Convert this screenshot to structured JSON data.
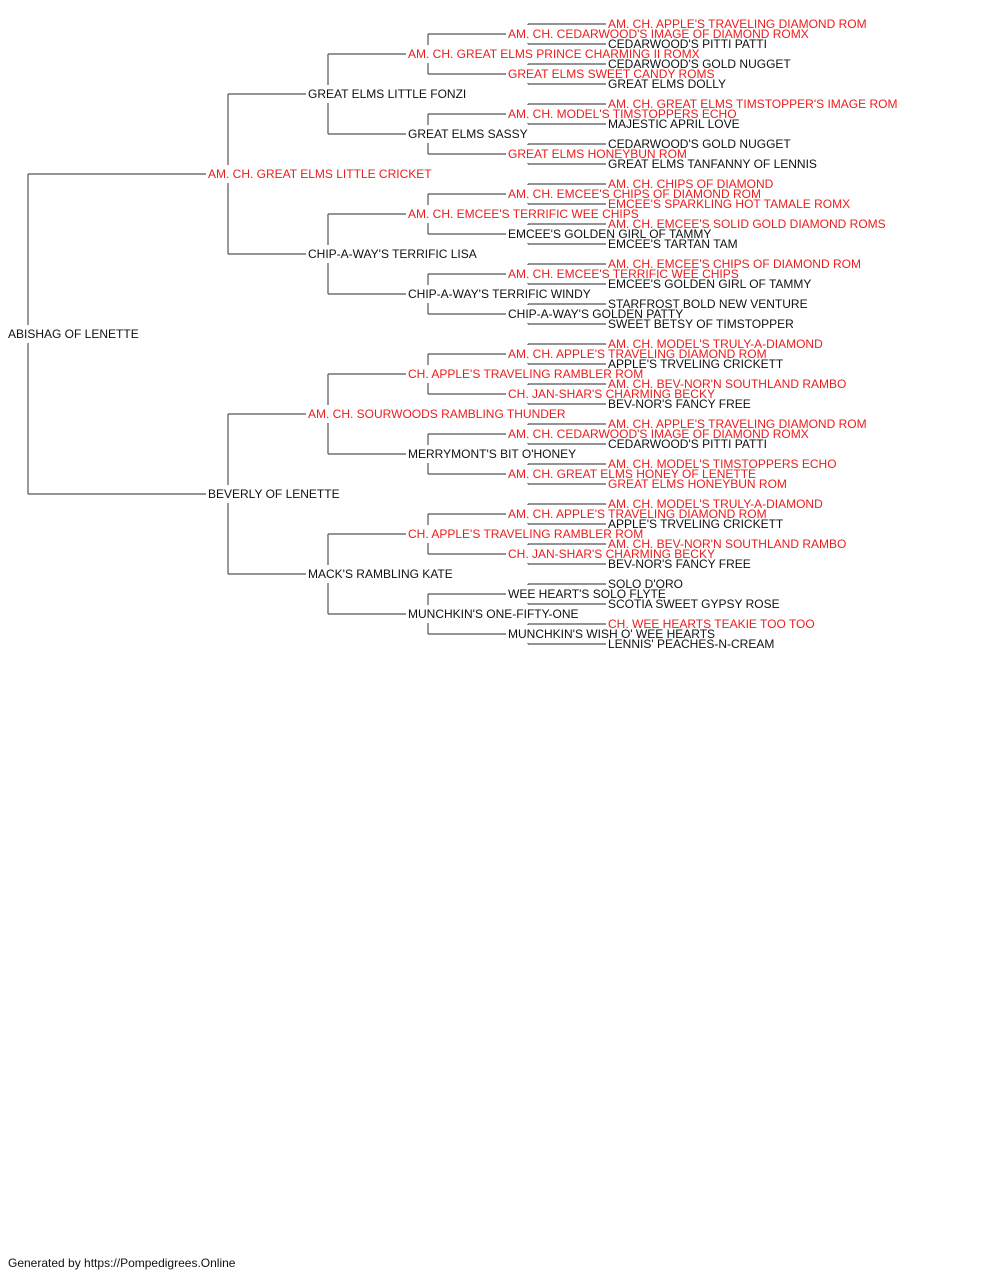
{
  "colors": {
    "champion": "#ee1c1c",
    "normal": "#111111",
    "line": "#555555"
  },
  "pedigree": {
    "name": "ABISHAG OF LENETTE",
    "ch": false,
    "sire": {
      "name": "AM. CH. GREAT ELMS LITTLE CRICKET",
      "ch": true,
      "sire": {
        "name": "GREAT ELMS LITTLE FONZI",
        "ch": false,
        "sire": {
          "name": "AM. CH. GREAT ELMS PRINCE CHARMING II ROMX",
          "ch": true,
          "sire": {
            "name": "AM. CH. CEDARWOOD'S IMAGE OF DIAMOND ROMX",
            "ch": true,
            "sire": {
              "name": "AM. CH. APPLE'S TRAVELING DIAMOND ROM",
              "ch": true
            },
            "dam": {
              "name": "CEDARWOOD'S PITTI PATTI",
              "ch": false
            }
          },
          "dam": {
            "name": "GREAT ELMS SWEET CANDY ROMS",
            "ch": true,
            "sire": {
              "name": "CEDARWOOD'S GOLD NUGGET",
              "ch": false
            },
            "dam": {
              "name": "GREAT ELMS DOLLY",
              "ch": false
            }
          }
        },
        "dam": {
          "name": "GREAT ELMS SASSY",
          "ch": false,
          "sire": {
            "name": "AM. CH. MODEL'S TIMSTOPPERS ECHO",
            "ch": true,
            "sire": {
              "name": "AM. CH. GREAT ELMS TIMSTOPPER'S IMAGE ROM",
              "ch": true
            },
            "dam": {
              "name": "MAJESTIC APRIL LOVE",
              "ch": false
            }
          },
          "dam": {
            "name": "GREAT ELMS HONEYBUN ROM",
            "ch": true,
            "sire": {
              "name": "CEDARWOOD'S GOLD NUGGET",
              "ch": false
            },
            "dam": {
              "name": "GREAT ELMS TANFANNY OF LENNIS",
              "ch": false
            }
          }
        }
      },
      "dam": {
        "name": "CHIP-A-WAY'S TERRIFIC LISA",
        "ch": false,
        "sire": {
          "name": "AM. CH. EMCEE'S TERRIFIC WEE CHIPS",
          "ch": true,
          "sire": {
            "name": "AM. CH. EMCEE'S CHIPS OF DIAMOND ROM",
            "ch": true,
            "sire": {
              "name": "AM. CH. CHIPS OF DIAMOND",
              "ch": true
            },
            "dam": {
              "name": "EMCEE'S SPARKLING HOT TAMALE ROMX",
              "ch": true
            }
          },
          "dam": {
            "name": "EMCEE'S GOLDEN GIRL OF TAMMY",
            "ch": false,
            "sire": {
              "name": "AM. CH. EMCEE'S SOLID GOLD DIAMOND ROMS",
              "ch": true
            },
            "dam": {
              "name": "EMCEE'S TARTAN TAM",
              "ch": false
            }
          }
        },
        "dam": {
          "name": "CHIP-A-WAY'S TERRIFIC WINDY",
          "ch": false,
          "sire": {
            "name": "AM. CH. EMCEE'S TERRIFIC WEE CHIPS",
            "ch": true,
            "sire": {
              "name": "AM. CH. EMCEE'S CHIPS OF DIAMOND ROM",
              "ch": true
            },
            "dam": {
              "name": "EMCEE'S GOLDEN GIRL OF TAMMY",
              "ch": false
            }
          },
          "dam": {
            "name": "CHIP-A-WAY'S GOLDEN PATTY",
            "ch": false,
            "sire": {
              "name": "STARFROST BOLD NEW VENTURE",
              "ch": false
            },
            "dam": {
              "name": "SWEET BETSY OF TIMSTOPPER",
              "ch": false
            }
          }
        }
      }
    },
    "dam": {
      "name": "BEVERLY OF LENETTE",
      "ch": false,
      "sire": {
        "name": "AM. CH. SOURWOODS RAMBLING THUNDER",
        "ch": true,
        "sire": {
          "name": "CH. APPLE'S TRAVELING RAMBLER ROM",
          "ch": true,
          "sire": {
            "name": "AM. CH. APPLE'S TRAVELING DIAMOND ROM",
            "ch": true,
            "sire": {
              "name": "AM. CH. MODEL'S TRULY-A-DIAMOND",
              "ch": true
            },
            "dam": {
              "name": "APPLE'S TRVELING CRICKETT",
              "ch": false
            }
          },
          "dam": {
            "name": "CH. JAN-SHAR'S CHARMING BECKY",
            "ch": true,
            "sire": {
              "name": "AM. CH. BEV-NOR'N SOUTHLAND RAMBO",
              "ch": true
            },
            "dam": {
              "name": "BEV-NOR'S FANCY FREE",
              "ch": false
            }
          }
        },
        "dam": {
          "name": "MERRYMONT'S BIT O'HONEY",
          "ch": false,
          "sire": {
            "name": "AM. CH. CEDARWOOD'S IMAGE OF DIAMOND ROMX",
            "ch": true,
            "sire": {
              "name": "AM. CH. APPLE'S TRAVELING DIAMOND ROM",
              "ch": true
            },
            "dam": {
              "name": "CEDARWOOD'S PITTI PATTI",
              "ch": false
            }
          },
          "dam": {
            "name": "AM. CH. GREAT ELMS HONEY OF LENETTE",
            "ch": true,
            "sire": {
              "name": "AM. CH. MODEL'S TIMSTOPPERS ECHO",
              "ch": true
            },
            "dam": {
              "name": "GREAT ELMS HONEYBUN ROM",
              "ch": true
            }
          }
        }
      },
      "dam": {
        "name": "MACK'S RAMBLING KATE",
        "ch": false,
        "sire": {
          "name": "CH. APPLE'S TRAVELING RAMBLER ROM",
          "ch": true,
          "sire": {
            "name": "AM. CH. APPLE'S TRAVELING DIAMOND ROM",
            "ch": true,
            "sire": {
              "name": "AM. CH. MODEL'S TRULY-A-DIAMOND",
              "ch": true
            },
            "dam": {
              "name": "APPLE'S TRVELING CRICKETT",
              "ch": false
            }
          },
          "dam": {
            "name": "CH. JAN-SHAR'S CHARMING BECKY",
            "ch": true,
            "sire": {
              "name": "AM. CH. BEV-NOR'N SOUTHLAND RAMBO",
              "ch": true
            },
            "dam": {
              "name": "BEV-NOR'S FANCY FREE",
              "ch": false
            }
          }
        },
        "dam": {
          "name": "MUNCHKIN'S ONE-FIFTY-ONE",
          "ch": false,
          "sire": {
            "name": "WEE HEART'S SOLO FLYTE",
            "ch": false,
            "sire": {
              "name": "SOLO D'ORO",
              "ch": false
            },
            "dam": {
              "name": "SCOTIA SWEET GYPSY ROSE",
              "ch": false
            }
          },
          "dam": {
            "name": "MUNCHKIN'S WISH O' WEE HEARTS",
            "ch": false,
            "sire": {
              "name": "CH. WEE HEARTS TEAKIE TOO TOO",
              "ch": true
            },
            "dam": {
              "name": "LENNIS' PEACHES-N-CREAM",
              "ch": false
            }
          }
        }
      }
    }
  },
  "footer": {
    "text": "Generated by https://Pompedigrees.Online"
  }
}
